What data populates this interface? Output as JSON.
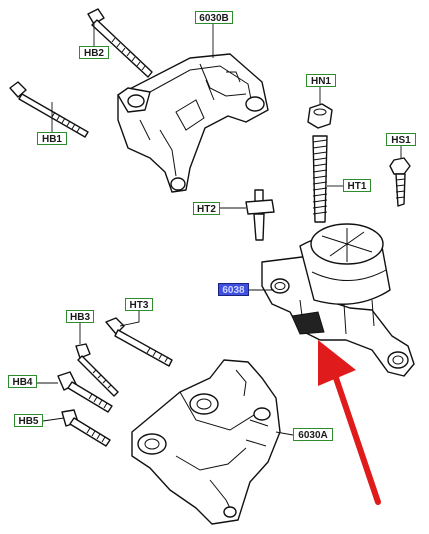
{
  "callouts": {
    "hb2": "HB2",
    "c6030b": "6030B",
    "hb1": "HB1",
    "hn1": "HN1",
    "hs1": "HS1",
    "ht1": "HT1",
    "ht2": "HT2",
    "c6038": "6038",
    "hb3": "HB3",
    "ht3": "HT3",
    "hb4": "HB4",
    "hb5": "HB5",
    "c6030a": "6030A"
  },
  "colors": {
    "callout_border": "#2e8b2e",
    "highlight_callout": "#3f4fe0",
    "arrow": "#e01b1b"
  }
}
